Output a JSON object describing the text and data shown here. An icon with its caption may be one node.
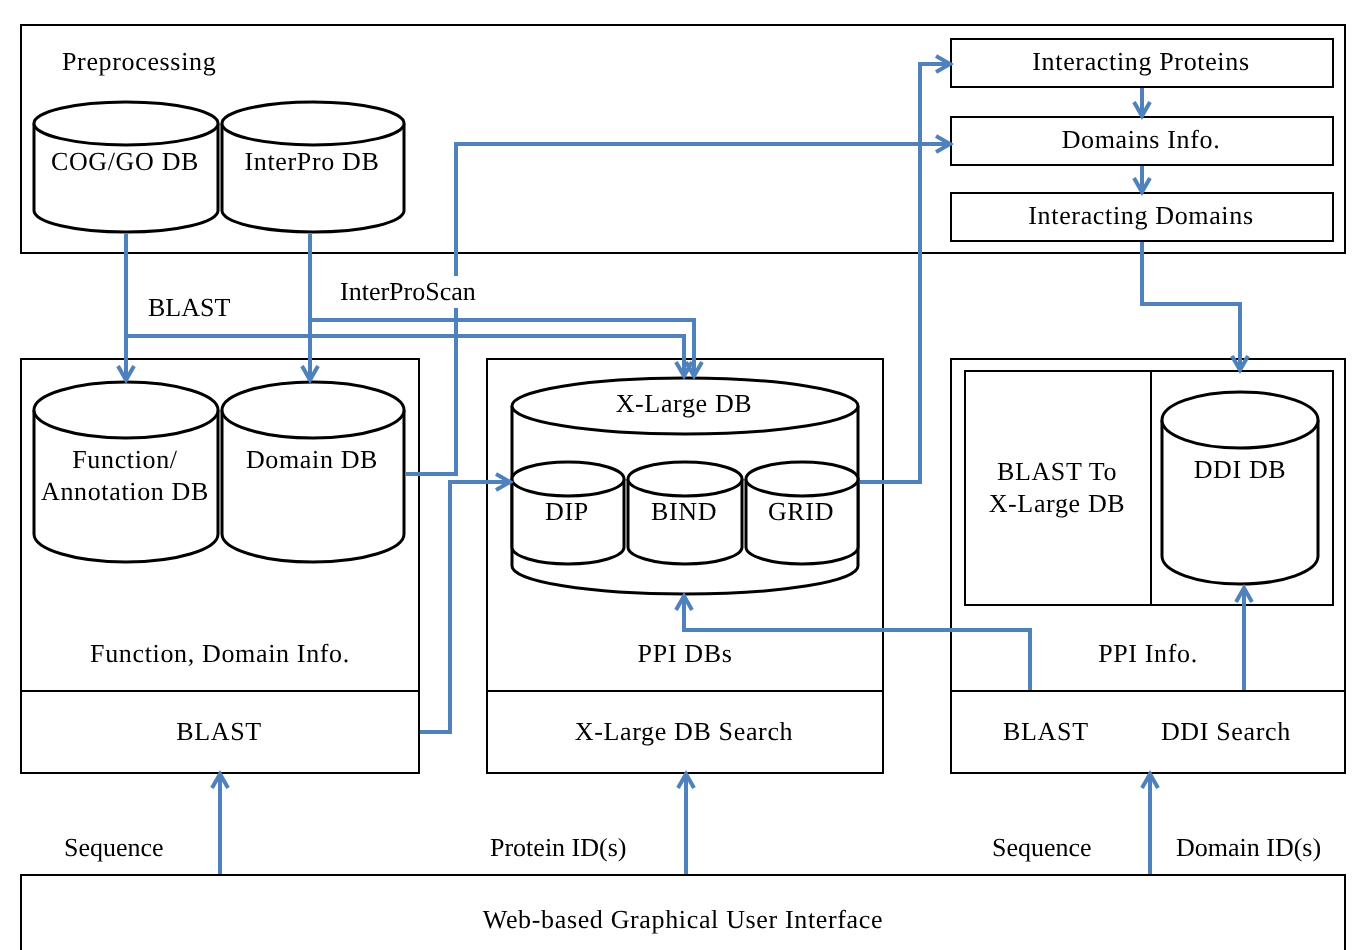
{
  "diagram": {
    "nodes": [
      {
        "text": [
          "Preprocessing"
        ]
      },
      {
        "text": [
          "COG/GO DB"
        ],
        "in": 0
      },
      {
        "text": [
          "InterPro DB"
        ],
        "in": 0
      },
      {
        "text": [
          "Interacting Proteins"
        ],
        "in": 0
      },
      {
        "text": [
          "Domains Info."
        ],
        "in": 0
      },
      {
        "text": [
          "Interacting Domains"
        ],
        "in": 0
      },
      {
        "text": [
          "Function, Domain Info."
        ]
      },
      {
        "text": [
          "Function/ Annotation DB"
        ],
        "in": 6
      },
      {
        "text": [
          "Domain DB"
        ],
        "in": 6
      },
      {
        "text": [
          "BLAST"
        ],
        "in": 6
      },
      {
        "text": [
          "PPI DBs"
        ]
      },
      {
        "text": [
          "X-Large DB"
        ],
        "in": 10
      },
      {
        "text": [
          "DIP"
        ],
        "in": 11
      },
      {
        "text": [
          "BIND"
        ],
        "in": 11
      },
      {
        "text": [
          "GRID"
        ],
        "in": 11
      },
      {
        "text": [
          "X-Large DB Search"
        ],
        "in": 10
      },
      {
        "text": [
          "PPI Info."
        ]
      },
      {
        "text": [
          "BLAST To X-Large DB"
        ],
        "in": 16
      },
      {
        "text": [],
        "shape": "box",
        "in": 16
      },
      {
        "text": [
          "DDI DB"
        ],
        "in": 18
      },
      {
        "text": [
          "BLAST",
          "DDI Search"
        ],
        "in": 16
      },
      {
        "text": [
          "Web-based Graphical User Interface"
        ]
      }
    ],
    "edges": [
      {
        "from": 1,
        "to": 7,
        "arrow": "to",
        "label": "BLAST"
      },
      {
        "from": 1,
        "to": 11,
        "arrow": "to"
      },
      {
        "from": 2,
        "to": 8,
        "arrow": "to",
        "label": "InterProScan"
      },
      {
        "from": 2,
        "to": 11,
        "arrow": "to"
      },
      {
        "from": 8,
        "to": 4,
        "arrow": "to"
      },
      {
        "from": 9,
        "to": 12,
        "arrow": "to"
      },
      {
        "from": 14,
        "to": 3,
        "arrow": "to"
      },
      {
        "from": 3,
        "to": 4,
        "arrow": "to"
      },
      {
        "from": 4,
        "to": 5,
        "arrow": "to"
      },
      {
        "from": 5,
        "to": 18,
        "arrow": "to"
      },
      {
        "from": 20,
        "to": 11,
        "arrow": "to"
      },
      {
        "from": 20,
        "to": 19,
        "arrow": "to"
      },
      {
        "from": 21,
        "to": 9,
        "arrow": "to",
        "label": "Sequence"
      },
      {
        "from": 21,
        "to": 15,
        "arrow": "to",
        "label": "Protein ID(s)"
      },
      {
        "from": 21,
        "to": 20,
        "arrow": "to",
        "label": "Sequence"
      }
    ],
    "labels": [
      "Domain ID(s)"
    ]
  }
}
